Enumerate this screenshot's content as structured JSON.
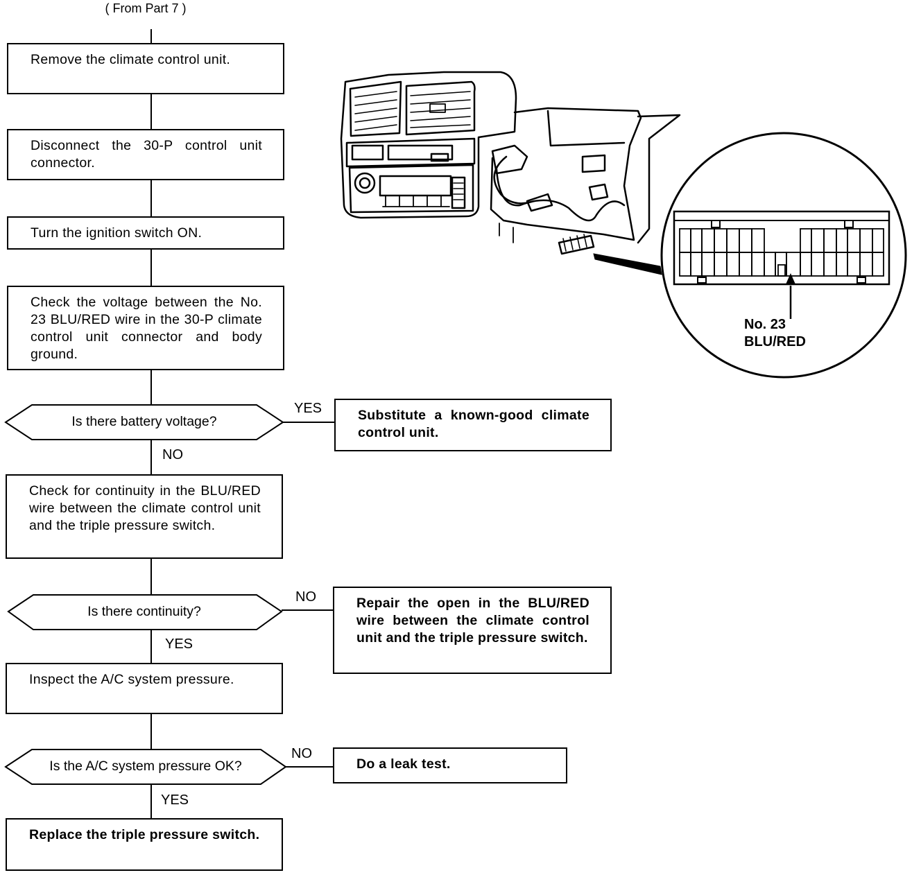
{
  "header": {
    "from": "( From Part 7 )"
  },
  "steps": {
    "s1": "Remove the climate control unit.",
    "s2": "Disconnect the 30-P control unit connector.",
    "s3": "Turn the ignition switch ON.",
    "s4": "Check the voltage between the No. 23 BLU/RED wire in the 30-P climate control unit connector and body ground.",
    "s5": "Check for continuity in the BLU/RED wire between the climate control unit and the triple pressure switch.",
    "s6": "Inspect the A/C system pressure.",
    "s7": "Replace the triple pressure switch."
  },
  "decisions": {
    "d1": "Is there battery voltage?",
    "d2": "Is there continuity?",
    "d3": "Is the A/C system pressure OK?"
  },
  "results": {
    "r1": "Substitute a known-good climate control unit.",
    "r2": "Repair the open in the BLU/RED wire between the climate control unit and the triple pressure switch.",
    "r3": "Do a leak test."
  },
  "answers": {
    "d1_yes": "YES",
    "d1_no": "NO",
    "d2_no": "NO",
    "d2_yes": "YES",
    "d3_no": "NO",
    "d3_yes": "YES"
  },
  "illustration": {
    "callout_line1": "No. 23",
    "callout_line2": "BLU/RED"
  },
  "colors": {
    "ink": "#000000",
    "paper": "#ffffff"
  }
}
